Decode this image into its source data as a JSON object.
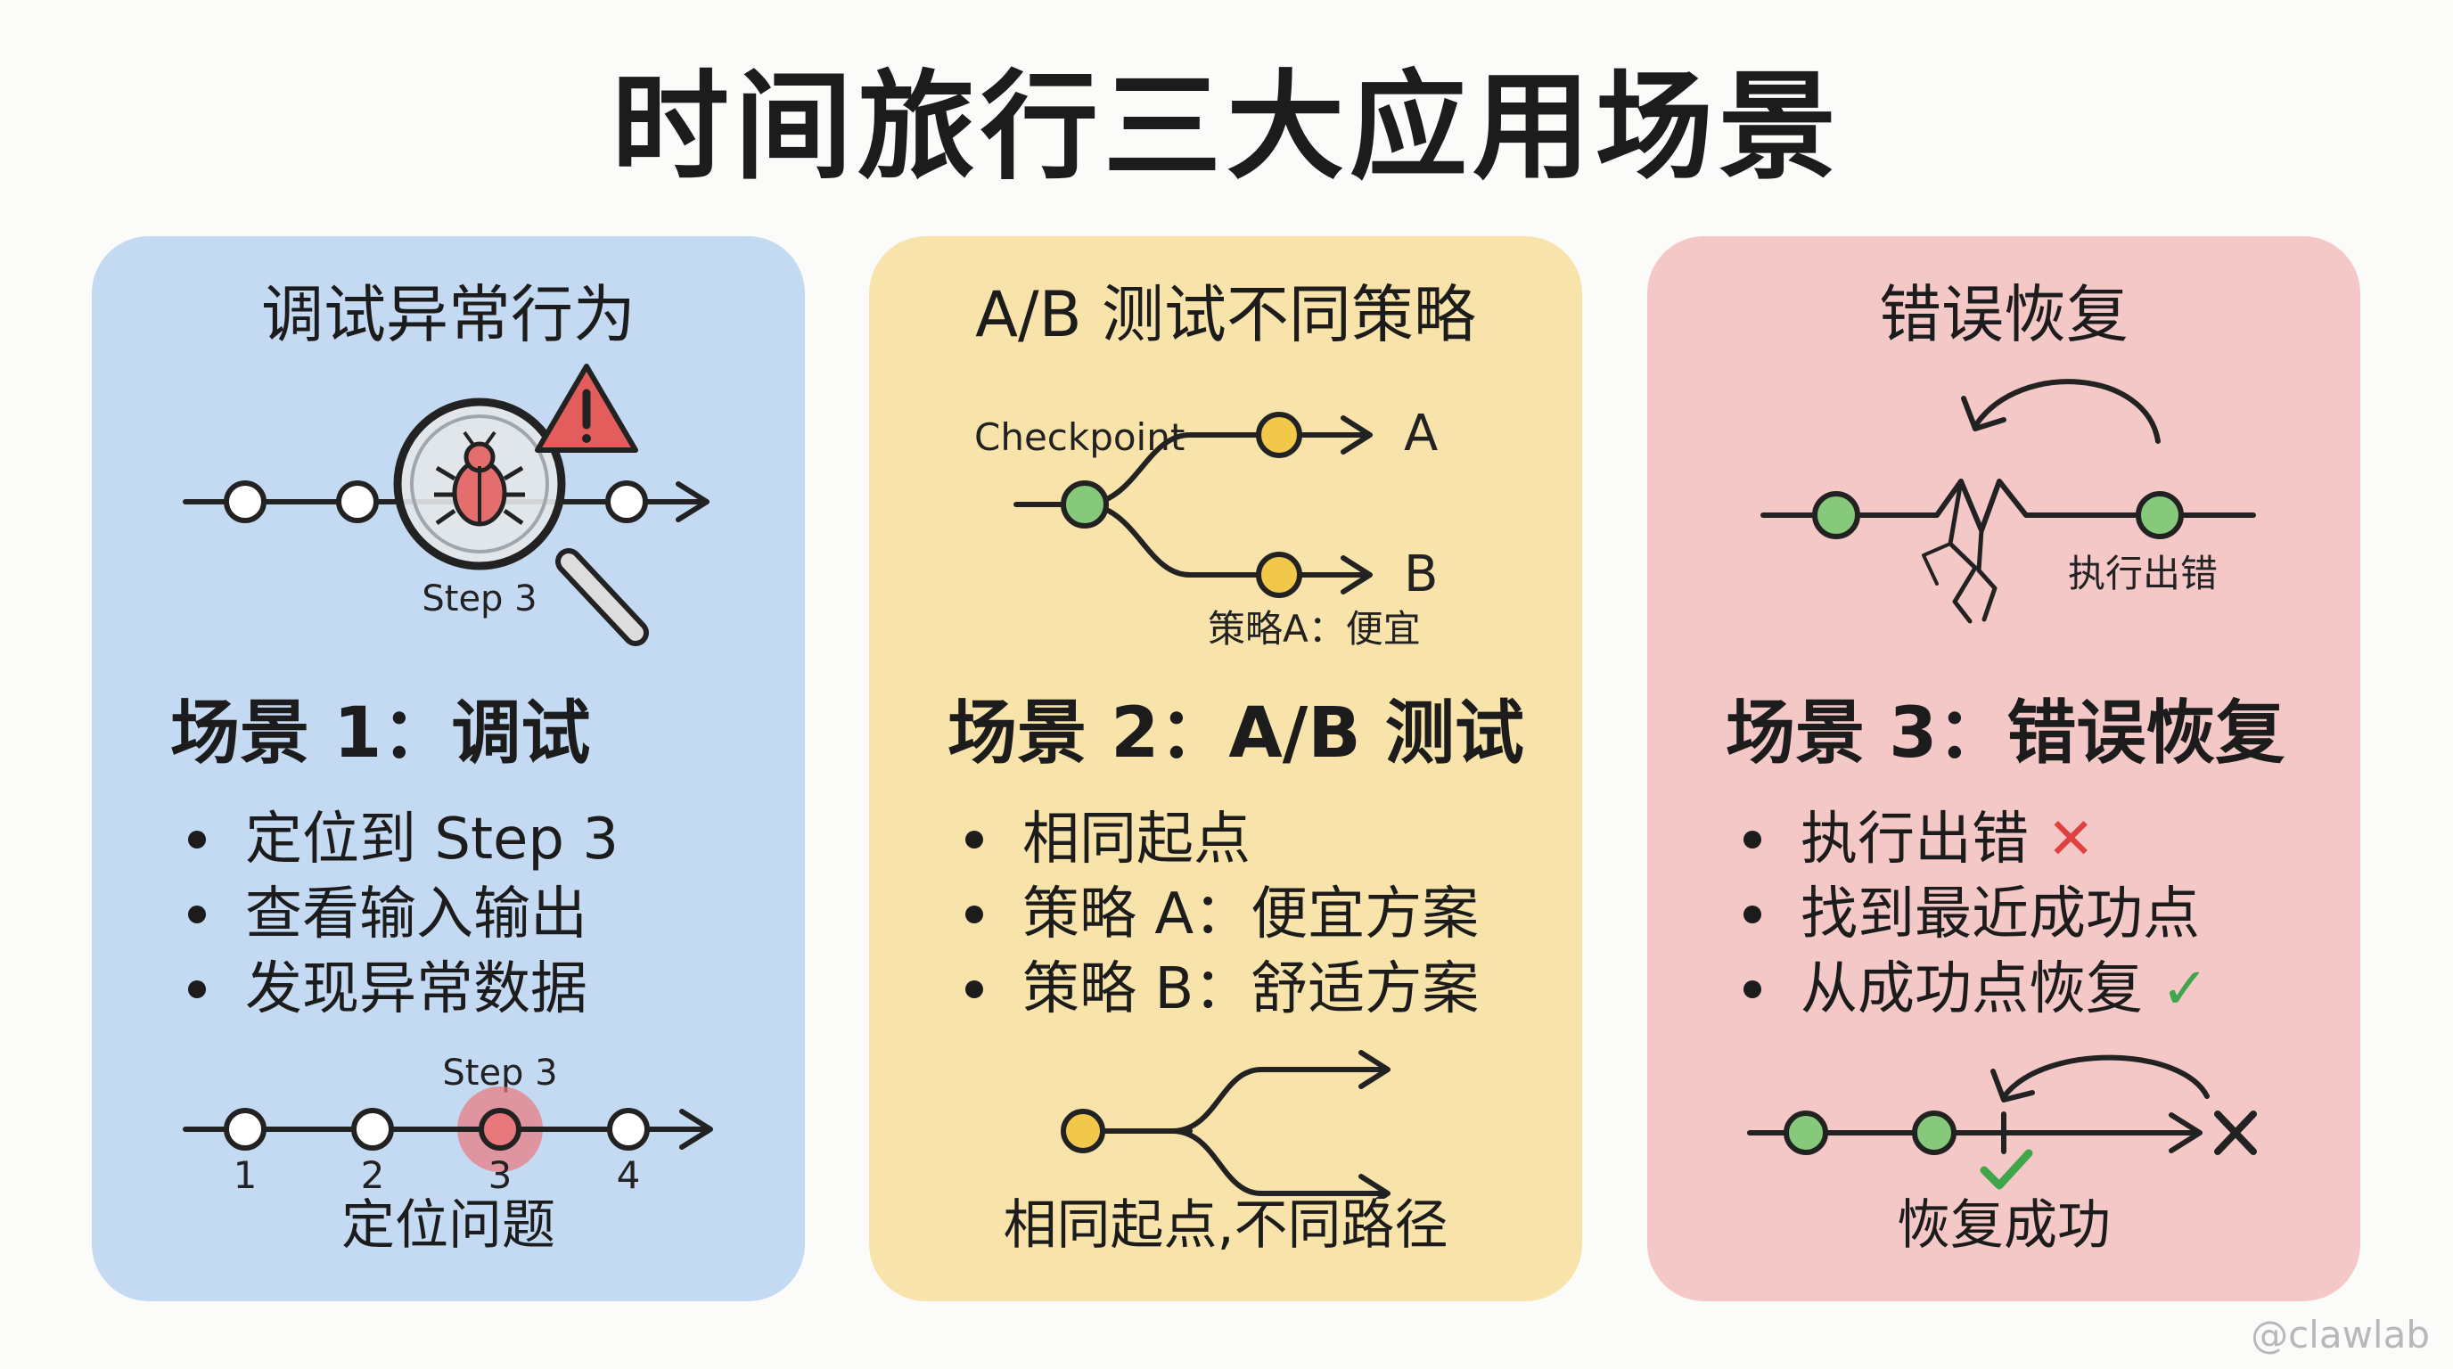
{
  "title": "时间旅行三大应用场景",
  "watermark": "@clawlab",
  "colors": {
    "card1_bg": "#c4d9f2",
    "card2_bg": "#f8e4aa",
    "card3_bg": "#f5c8c8",
    "node_green": "#86c97a",
    "node_yellow": "#f2c84b",
    "node_highlight": "#e9787c",
    "error_red": "#e04040",
    "success_green": "#3fa64a"
  },
  "cards": [
    {
      "header": "调试异常行为",
      "icons": [
        "magnifier-icon",
        "bug-icon",
        "warning-icon"
      ],
      "illustration_label": "Step 3",
      "scene_title": "场景 1：调试",
      "bullets": [
        "定位到 Step 3",
        "查看输入输出",
        "发现异常数据"
      ],
      "timeline": {
        "highlight_label": "Step 3",
        "labels": [
          "1",
          "2",
          "3",
          "4"
        ],
        "highlighted": "3"
      },
      "caption": "定位问题"
    },
    {
      "header": "A/B 测试不同策略",
      "illustration_label": "Checkpoint",
      "branch_labels": [
        "A",
        "B"
      ],
      "illustration_note": "策略A：便宜",
      "scene_title": "场景 2：A/B 测试",
      "bullets": [
        "相同起点",
        "策略 A：便宜方案",
        "策略 B：舒适方案"
      ],
      "caption": "相同起点,不同路径"
    },
    {
      "header": "错误恢复",
      "illustration_label": "执行出错",
      "scene_title": "场景 3：错误恢复",
      "bullets": [
        "执行出错",
        "找到最近成功点",
        "从成功点恢复"
      ],
      "bullet_marks": [
        "✕",
        "",
        "✓"
      ],
      "caption": "恢复成功"
    }
  ]
}
